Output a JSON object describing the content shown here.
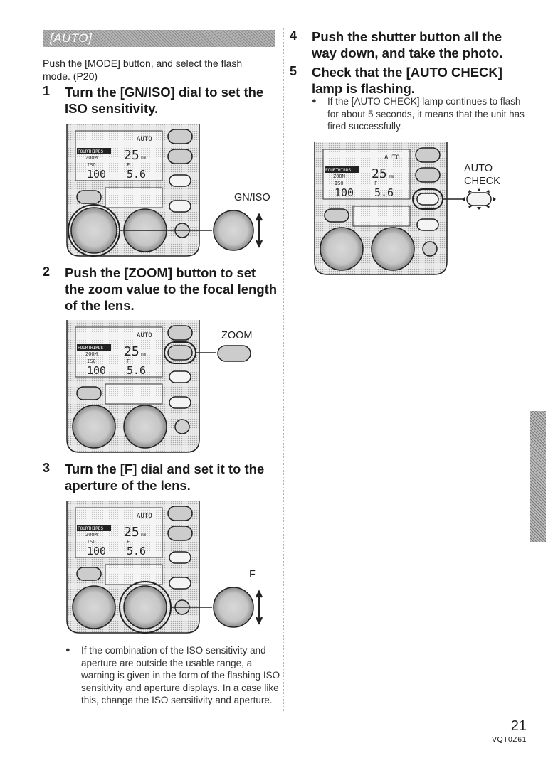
{
  "left": {
    "header": "[AUTO]",
    "intro": "Push the [MODE] button, and select the flash mode. (P20)",
    "step1": {
      "num": "1",
      "title": "Turn the [GN/ISO] dial to set the ISO sensitivity.",
      "callout": "GN/ISO"
    },
    "step2": {
      "num": "2",
      "title": "Push the [ZOOM] button to set the zoom value to the focal length of the lens.",
      "callout": "ZOOM"
    },
    "step3": {
      "num": "3",
      "title": "Turn the [F] dial and set it to the aperture of the lens.",
      "callout": "F"
    },
    "note": "If the combination of the ISO sensitivity and aperture are outside the usable range, a warning is given in the form of the flashing ISO sensitivity and aperture displays. In a case like this, change the ISO sensitivity and aperture."
  },
  "right": {
    "step4": {
      "num": "4",
      "title": "Push the shutter button all the way down, and take the photo."
    },
    "step5": {
      "num": "5",
      "title": "Check that the [AUTO CHECK] lamp is flashing.",
      "note": "If the [AUTO CHECK] lamp continues to flash for about 5 seconds, it means that the unit has fired successfully.",
      "callout_line1": "AUTO",
      "callout_line2": "CHECK"
    }
  },
  "lcd": {
    "mode": "AUTO",
    "brand": "FOURTHIRDS",
    "zoom_label": "ZOOM",
    "zoom_value": "25",
    "zoom_unit": "mm",
    "iso_label": "ISO",
    "iso_value": "100",
    "f_label": "F",
    "f_value": "5.6"
  },
  "footer": {
    "page_number": "21",
    "code": "VQT0Z61"
  }
}
